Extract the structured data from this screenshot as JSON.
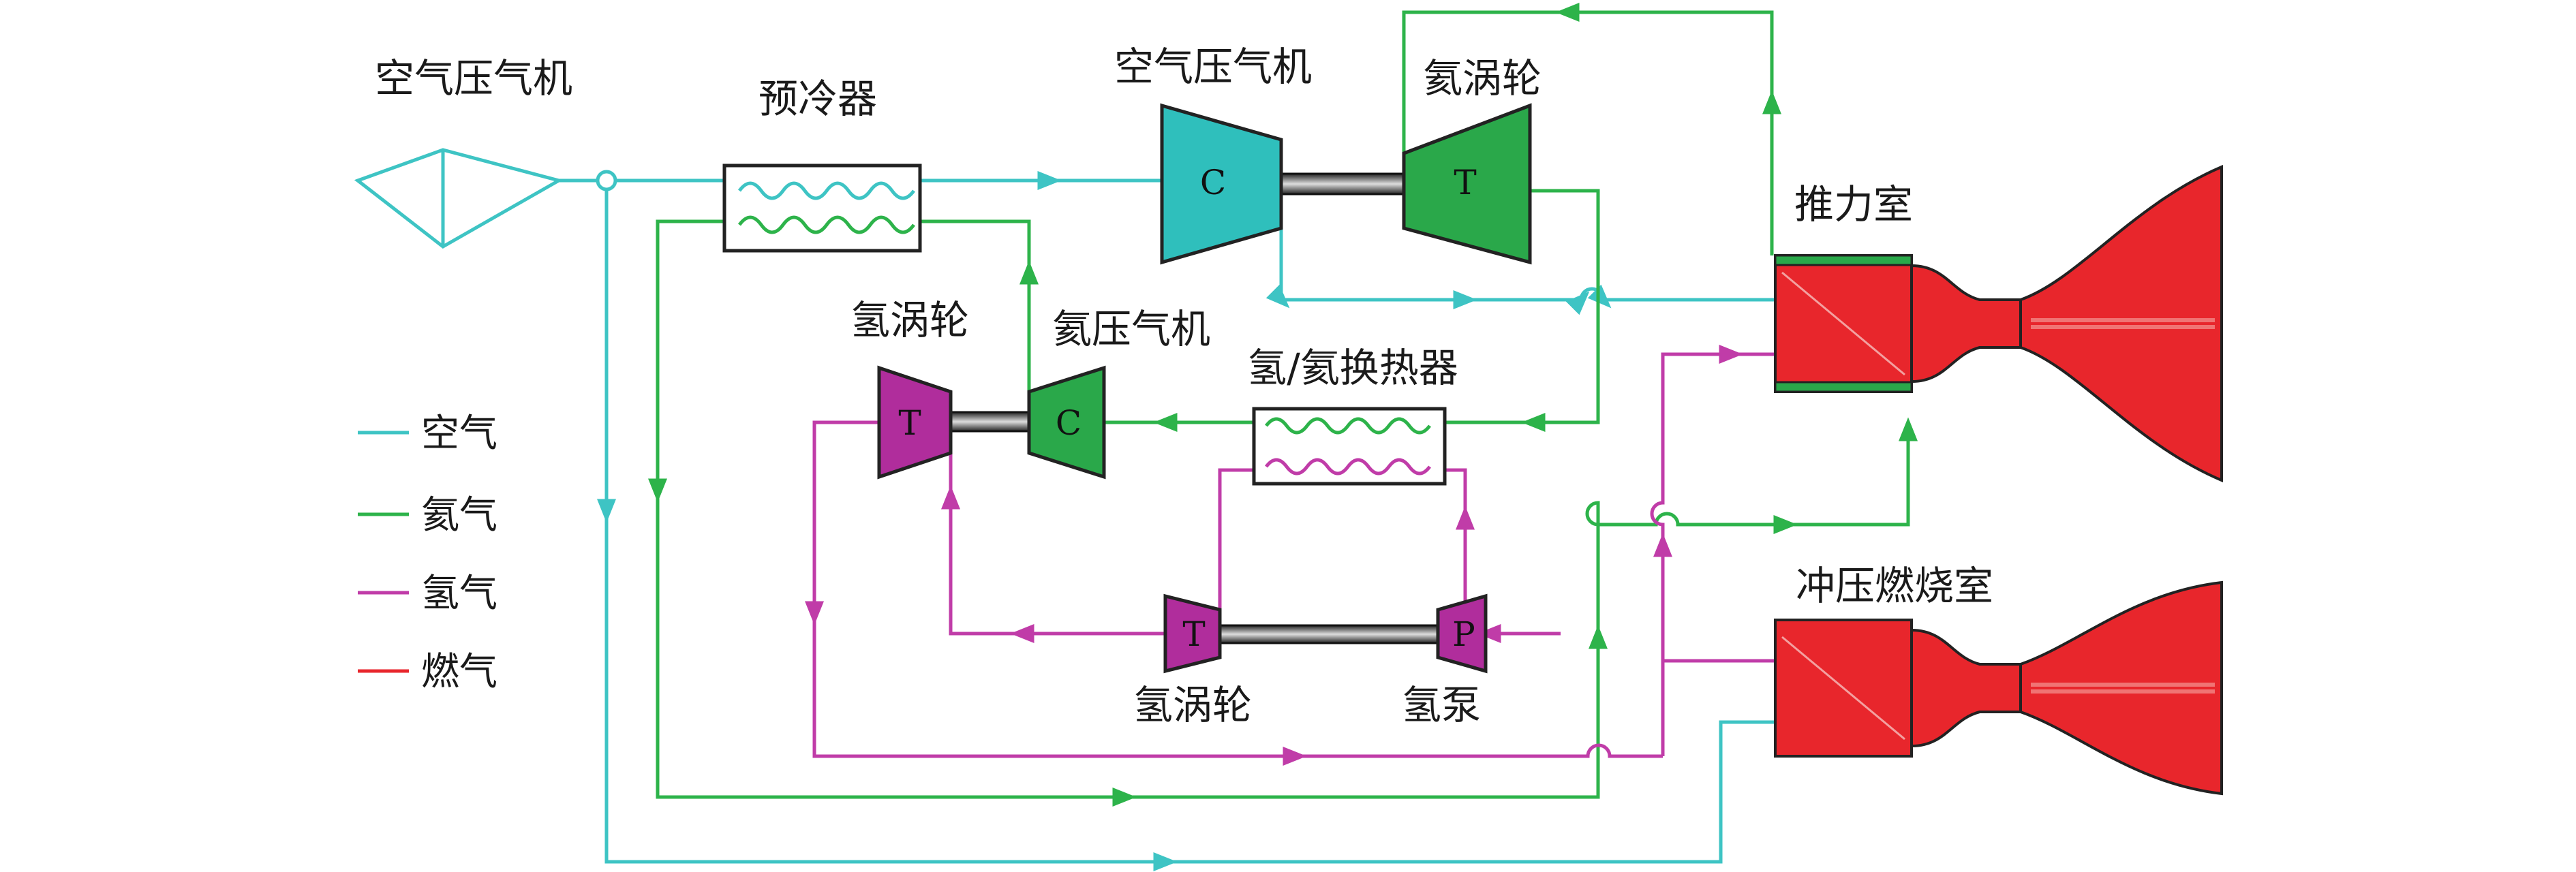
{
  "labels": {
    "air_compressor_left": "空气压气机",
    "precooler": "预冷器",
    "air_compressor_top": "空气压气机",
    "helium_turbine_top": "氦涡轮",
    "thrust_chamber": "推力室",
    "helium_turbine_hydro": "氢涡轮",
    "helium_compressor": "氦压气机",
    "h2_he_exchanger": "氢/氦换热器",
    "hydrogen_turbine": "氢涡轮",
    "hydrogen_pump": "氢泵",
    "ramjet_chamber": "冲压燃烧室"
  },
  "component_letters": {
    "compressor": "C",
    "turbine": "T",
    "pump": "P"
  },
  "legend": [
    {
      "label": "空气",
      "color": "#3ec4c4"
    },
    {
      "label": "氦气",
      "color": "#2db34a"
    },
    {
      "label": "氢气",
      "color": "#c03ca8"
    },
    {
      "label": "燃气",
      "color": "#e8262c"
    }
  ],
  "colors": {
    "air": "#3ec4c4",
    "helium": "#2db34a",
    "hydrogen": "#c03ca8",
    "gas": "#e8262c",
    "air_fill": "#2fbfbc",
    "helium_fill": "#2aa84a",
    "hydrogen_fill": "#b02d9c",
    "chamber_fill": "#e8262c"
  }
}
